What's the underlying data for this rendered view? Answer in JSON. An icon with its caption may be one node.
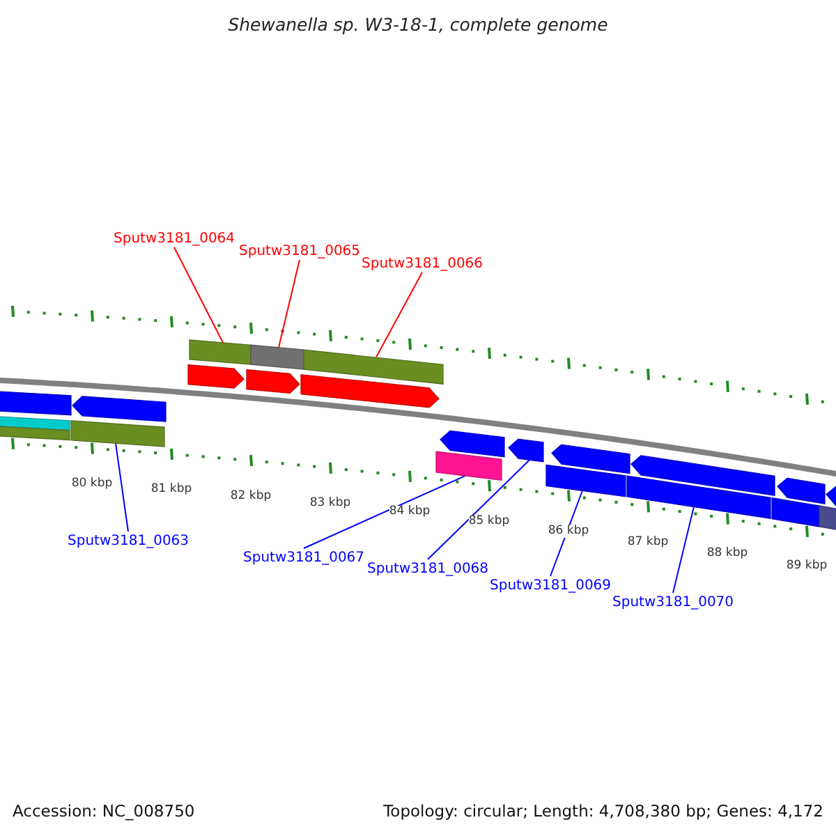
{
  "diagram": {
    "title": "Shewanella sp. W3-18-1, complete genome",
    "nodes": [
      {
        "text": [
          "Sputw3181_0064"
        ]
      },
      {
        "text": [
          "Sputw3181_0065"
        ]
      },
      {
        "text": [
          "Sputw3181_0066"
        ]
      },
      {
        "text": [
          "Sputw3181_0063"
        ]
      },
      {
        "text": [
          "Sputw3181_0067"
        ]
      },
      {
        "text": [
          "Sputw3181_0068"
        ]
      },
      {
        "text": [
          "Sputw3181_0069"
        ]
      },
      {
        "text": [
          "Sputw3181_0070"
        ]
      },
      {
        "text": [],
        "shape": "bar"
      },
      {
        "text": [],
        "shape": "bar"
      },
      {
        "text": [],
        "shape": "bar"
      },
      {
        "text": [],
        "shape": "arrow"
      },
      {
        "text": [],
        "shape": "arrow"
      },
      {
        "text": [],
        "shape": "arrow"
      },
      {
        "text": [],
        "shape": "bar"
      },
      {
        "text": [],
        "shape": "arrow"
      },
      {
        "text": [],
        "shape": "bar"
      },
      {
        "text": [],
        "shape": "bar"
      },
      {
        "text": [],
        "shape": "bar"
      },
      {
        "text": [],
        "shape": "arrow"
      },
      {
        "text": [],
        "shape": "arrow"
      },
      {
        "text": [],
        "shape": "arrow"
      },
      {
        "text": [],
        "shape": "arrow"
      },
      {
        "text": [],
        "shape": "arrow"
      },
      {
        "text": [],
        "shape": "arrow"
      },
      {
        "text": [],
        "shape": "bar"
      },
      {
        "text": [],
        "shape": "bar"
      },
      {
        "text": [],
        "shape": "bar"
      },
      {
        "text": [],
        "shape": "bar"
      },
      {
        "text": [],
        "shape": "bar"
      }
    ],
    "edges": [
      {
        "from": 0,
        "to": 8,
        "arrow": "none",
        "color": "#ff0000"
      },
      {
        "from": 1,
        "to": 9,
        "arrow": "none",
        "color": "#ff0000"
      },
      {
        "from": 2,
        "to": 10,
        "arrow": "none",
        "color": "#ff0000"
      },
      {
        "from": 3,
        "to": 18,
        "arrow": "none"
      },
      {
        "from": 4,
        "to": 25,
        "arrow": "none"
      },
      {
        "from": 5,
        "to": 20,
        "arrow": "none"
      },
      {
        "from": 6,
        "to": 26,
        "arrow": "none"
      },
      {
        "from": 7,
        "to": 27,
        "arrow": "none"
      }
    ],
    "labels": [
      "80 kbp",
      "81 kbp",
      "82 kbp",
      "83 kbp",
      "84 kbp",
      "85 kbp",
      "86 kbp",
      "87 kbp",
      "88 kbp",
      "89 kbp",
      "Accession: NC_008750",
      "Topology: circular; Length: 4,708,380 bp; Genes: 4,172"
    ]
  }
}
